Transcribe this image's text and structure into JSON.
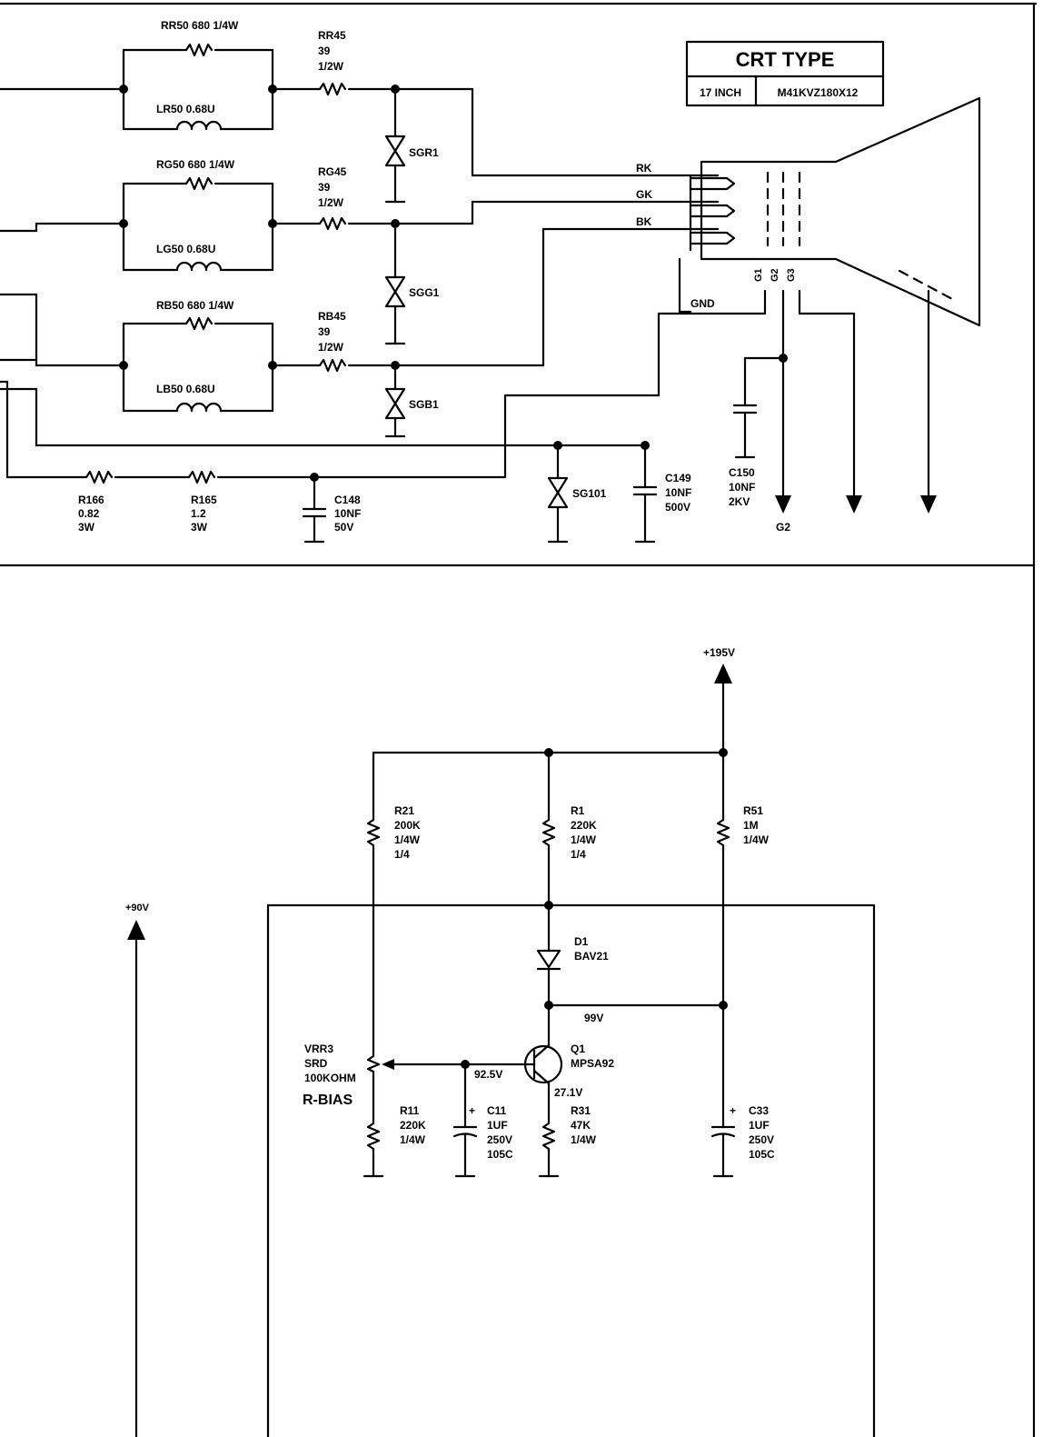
{
  "crt_table": {
    "header": "CRT TYPE",
    "size": "17 INCH",
    "model": "M41KVZ180X12"
  },
  "red": {
    "r50": "RR50 680 1/4W",
    "l50": "LR50 0.68U",
    "r45_name": "RR45",
    "r45_val": "39",
    "r45_pow": "1/2W",
    "spark": "SGR1",
    "cathode": "RK"
  },
  "green": {
    "r50": "RG50 680 1/4W",
    "l50": "LG50 0.68U",
    "r45_name": "RG45",
    "r45_val": "39",
    "r45_pow": "1/2W",
    "spark": "SGG1",
    "cathode": "GK"
  },
  "blue": {
    "r50": "RB50 680 1/4W",
    "l50": "LB50 0.68U",
    "r45_name": "RB45",
    "r45_val": "39",
    "r45_pow": "1/2W",
    "spark": "SGB1",
    "cathode": "BK"
  },
  "crt": {
    "gnd": "GND",
    "g1": "G1",
    "g2": "G2",
    "g3": "G3",
    "g2_out": "G2"
  },
  "top_parts": {
    "r166": [
      "R166",
      "0.82",
      "3W"
    ],
    "r165": [
      "R165",
      "1.2",
      "3W"
    ],
    "c148": [
      "C148",
      "10NF",
      "50V"
    ],
    "sg101": "SG101",
    "c149": [
      "C149",
      "10NF",
      "500V"
    ],
    "c150": [
      "C150",
      "10NF",
      "2KV"
    ]
  },
  "bias": {
    "v195": "+195V",
    "v90": "+90V",
    "r21": [
      "R21",
      "200K",
      "1/4W",
      "1/4"
    ],
    "r1": [
      "R1",
      "220K",
      "1/4W",
      "1/4"
    ],
    "r51": [
      "R51",
      "1M",
      "1/4W"
    ],
    "d1": [
      "D1",
      "BAV21"
    ],
    "v99": "99V",
    "q1": [
      "Q1",
      "MPSA92"
    ],
    "vrr3": [
      "VRR3",
      "SRD",
      "100KOHM"
    ],
    "rbias": "R-BIAS",
    "v925": "92.5V",
    "v271": "27.1V",
    "r11": [
      "R11",
      "220K",
      "1/4W"
    ],
    "c11": [
      "C11",
      "1UF",
      "250V",
      "105C"
    ],
    "r31": [
      "R31",
      "47K",
      "1/4W"
    ],
    "c33": [
      "C33",
      "1UF",
      "250V",
      "105C"
    ],
    "plus": "+"
  }
}
